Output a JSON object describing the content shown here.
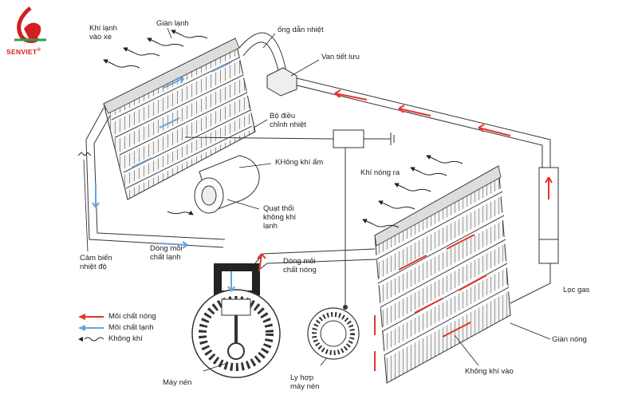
{
  "brand": {
    "name": "SENVIET",
    "mark": "®"
  },
  "colors": {
    "hot": "#e3342b",
    "cold": "#6aa3d8",
    "line": "#333333",
    "brand": "#d21f1f",
    "brand_green": "#2f9e44"
  },
  "labels": {
    "cold_air_in": [
      "Khí lạnh",
      "vào xe"
    ],
    "evaporator": "Giàn lạnh",
    "heat_pipe": "ống dẫn nhiệt",
    "expansion_valve": "Van tiết lưu",
    "thermostat": [
      "Bộ điều",
      "chỉnh nhiệt"
    ],
    "humid_air": "KHông khí ẩm",
    "hot_air_out": "Khí nóng ra",
    "blower": [
      "Quạt thổi",
      "không khí",
      "lạnh"
    ],
    "temp_sensor": [
      "Cảm biến",
      "nhiệt độ"
    ],
    "cold_flow": [
      "Dòng môi",
      "chất lạnh"
    ],
    "hot_flow": [
      "Dòng môi",
      "chất nóng"
    ],
    "filter": "Lọc gas",
    "condenser": "Giàn nóng",
    "air_in": "Không khí vào",
    "compressor": "Máy nén",
    "clutch": [
      "Ly hợp",
      "máy nén"
    ]
  },
  "legend": [
    {
      "icon": "hot-arrow-icon",
      "label": "Môi chất nóng"
    },
    {
      "icon": "cold-arrow-icon",
      "label": "Môi chất lạnh"
    },
    {
      "icon": "air-wave-icon",
      "label": "Không khí"
    }
  ]
}
